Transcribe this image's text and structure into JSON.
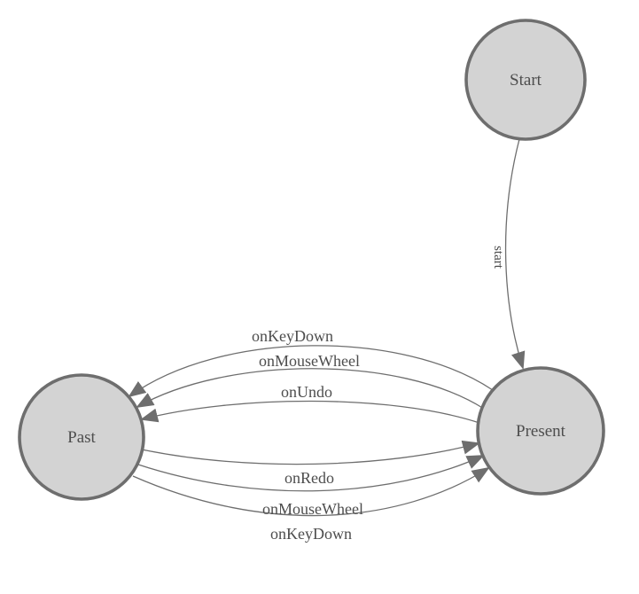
{
  "diagram": {
    "type": "state-machine",
    "colors": {
      "background": "#ffffff",
      "node_fill": "#d3d3d3",
      "node_border": "#6e6e6e",
      "edge_line": "#6e6e6e",
      "arrowhead": "#6e6e6e",
      "label_text": "#4d4d4d"
    },
    "nodes": [
      {
        "id": "start",
        "label": "Start"
      },
      {
        "id": "present",
        "label": "Present"
      },
      {
        "id": "past",
        "label": "Past"
      }
    ],
    "edges": [
      {
        "from": "Start",
        "to": "Present",
        "label": "start"
      },
      {
        "from": "Present",
        "to": "Past",
        "label": "onKeyDown"
      },
      {
        "from": "Present",
        "to": "Past",
        "label": "onMouseWheel"
      },
      {
        "from": "Present",
        "to": "Past",
        "label": "onUndo"
      },
      {
        "from": "Past",
        "to": "Present",
        "label": "onRedo"
      },
      {
        "from": "Past",
        "to": "Present",
        "label": "onMouseWheel"
      },
      {
        "from": "Past",
        "to": "Present",
        "label": "onKeyDown"
      }
    ]
  }
}
